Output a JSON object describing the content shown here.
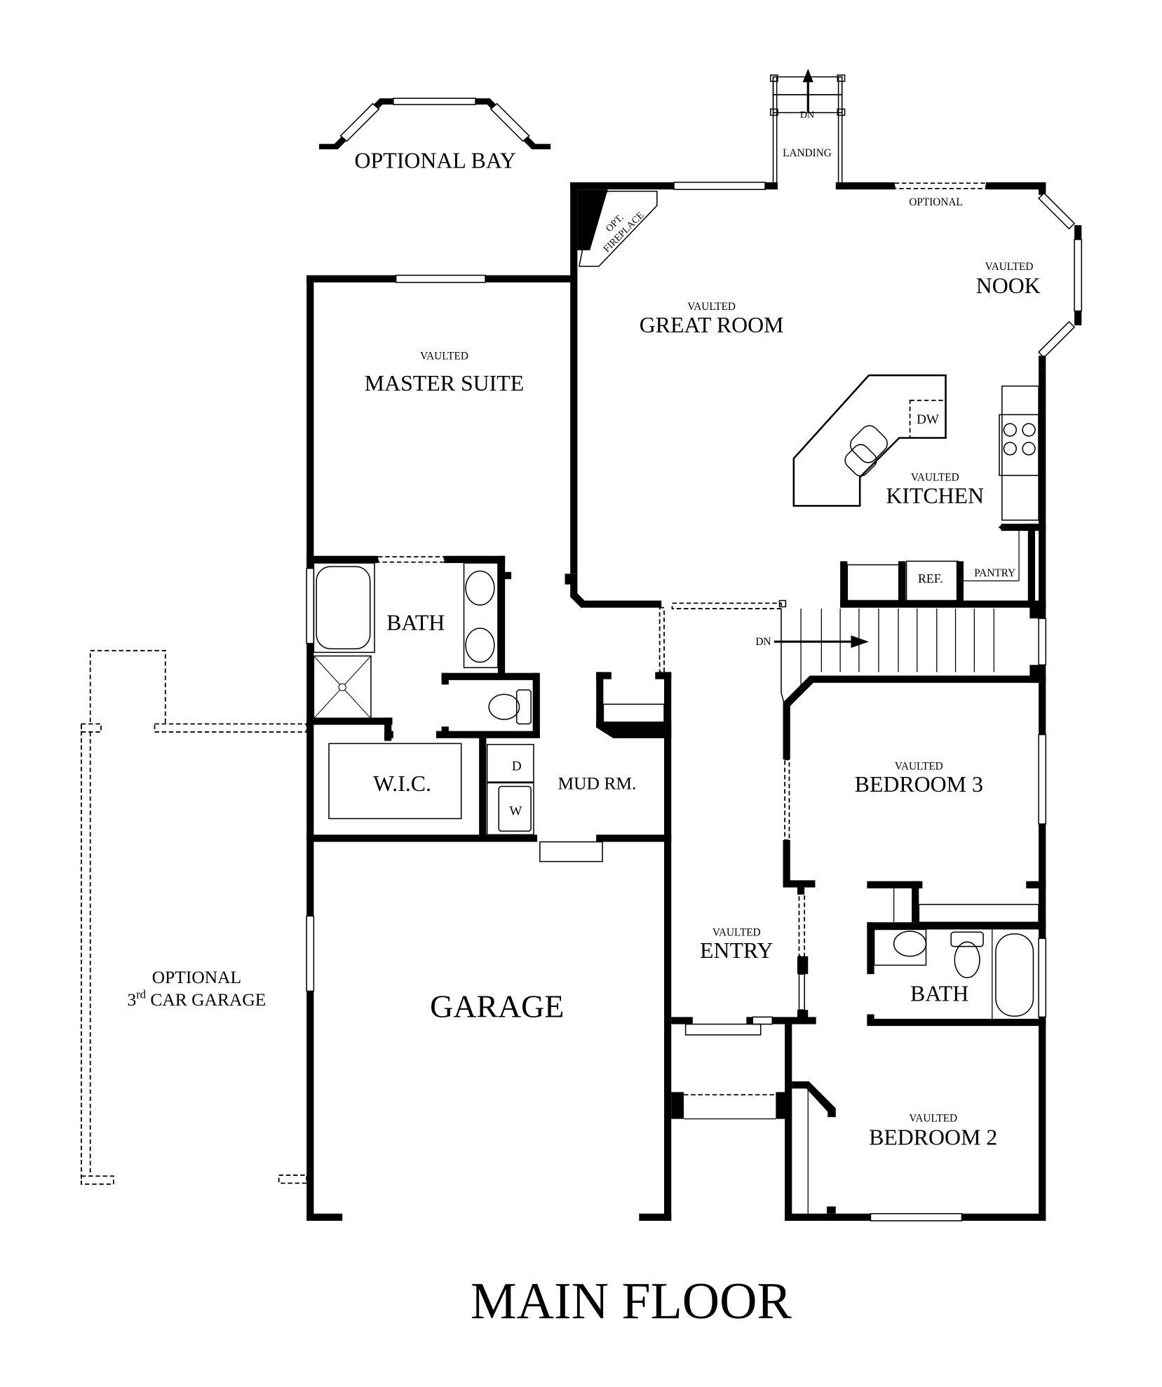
{
  "title": "MAIN FLOOR",
  "optional_bay": "OPTIONAL BAY",
  "stairs": {
    "rear_landing": "LANDING",
    "rear_dn": "DN",
    "interior_dn": "DN"
  },
  "optional_window": "OPTIONAL",
  "fireplace": [
    "OPT.",
    "FIREPLACE"
  ],
  "rooms": {
    "great_room": {
      "qualifier": "VAULTED",
      "name": "GREAT ROOM"
    },
    "nook": {
      "qualifier": "VAULTED",
      "name": "NOOK"
    },
    "kitchen": {
      "qualifier": "VAULTED",
      "name": "KITCHEN"
    },
    "master_suite": {
      "qualifier": "VAULTED",
      "name": "MASTER SUITE"
    },
    "master_bath": {
      "name": "BATH"
    },
    "wic": {
      "name": "W.I.C."
    },
    "mud_room": {
      "name": "MUD RM."
    },
    "garage": {
      "name": "GARAGE"
    },
    "entry": {
      "qualifier": "VAULTED",
      "name": "ENTRY"
    },
    "bedroom3": {
      "qualifier": "VAULTED",
      "name": "BEDROOM 3"
    },
    "bath2": {
      "name": "BATH"
    },
    "bedroom2": {
      "qualifier": "VAULTED",
      "name": "BEDROOM 2"
    },
    "optional_garage": {
      "line1": "OPTIONAL",
      "line2_num": "3",
      "line2_sup": "rd",
      "line2_rest": " CAR GARAGE"
    }
  },
  "appliances": {
    "dishwasher": "DW",
    "refrigerator": "REF.",
    "pantry": "PANTRY",
    "dryer": "D",
    "washer": "W"
  }
}
